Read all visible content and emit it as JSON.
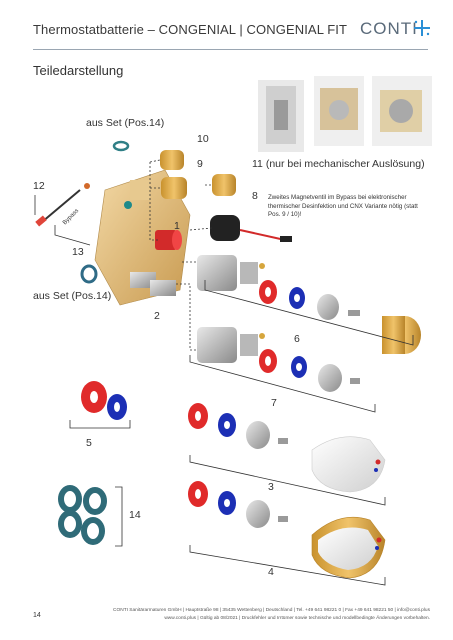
{
  "header": {
    "title": "Thermostatbatterie – CONGENIAL | CONGENIAL FIT",
    "logo": "CONTI"
  },
  "section_title": "Teiledarstellung",
  "labels": {
    "set_top": "aus Set (Pos.14)",
    "set_left": "aus Set (Pos.14)",
    "p10": "10",
    "p9": "9",
    "p11": "11 (nur bei mechanischer Auslösung)",
    "p8": "8",
    "p12": "12",
    "p13": "13",
    "p1": "1",
    "p2": "2",
    "p6": "6",
    "p7": "7",
    "p5": "5",
    "p3": "3",
    "p14": "14",
    "p4": "4",
    "bypass": "Bypass"
  },
  "note": "Zweites Magnetventil im Bypass bei elektronischer thermischer Desinfektion und CNX Variante nötig (statt Pos. 9 / 10)!",
  "footer": {
    "line1": "CONTI Sanitärarmaturen GmbH | Hauptstraße 98 | 35435 Wettenberg | Deutschland | Tel. +49 641 98221 0 | Fax +49 641 98221 50 | info@conti.plus",
    "line2": "www.conti.plus | Gültig ab 08/2021 | Druckfehler und Irrtümer sowie technische und modellbedingte Änderungen vorbehalten.",
    "page": "14"
  },
  "colors": {
    "red": "#e02a2a",
    "blue": "#1c2fb5",
    "gold": "#d6a63d",
    "teal": "#2f6b73",
    "accent": "#2a8fd6"
  }
}
